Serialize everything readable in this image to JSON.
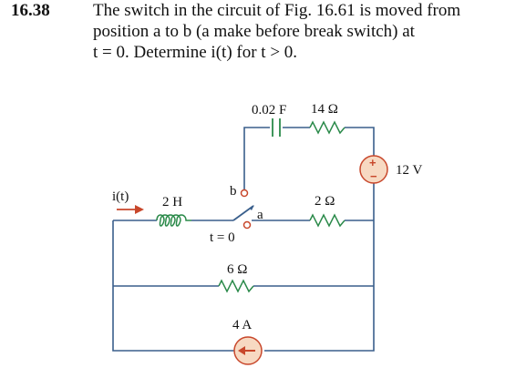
{
  "problem": {
    "number": "16.38",
    "line1": "The switch in the circuit of Fig. 16.61 is moved from",
    "line2": "position a to b (a make before break switch) at",
    "line3": "t = 0. Determine i(t) for t > 0."
  },
  "circuit": {
    "capacitor_label": "0.02 F",
    "resistor_top_label": "14 Ω",
    "voltage_source_label": "12 V",
    "voltage_plus": "+",
    "voltage_minus": "−",
    "current_label": "i(t)",
    "inductor_label": "2 H",
    "switch_b_label": "b",
    "switch_a_label": "a",
    "switch_time_label": "t = 0",
    "resistor_mid_label": "2 Ω",
    "resistor_low_label": "6 Ω",
    "current_source_label": "4 A",
    "colors": {
      "wire": "#3a5f8c",
      "component": "#2b8a4a",
      "source_fill": "#f7d9c2",
      "source_stroke": "#c8472b",
      "arrow": "#c8472b"
    }
  }
}
